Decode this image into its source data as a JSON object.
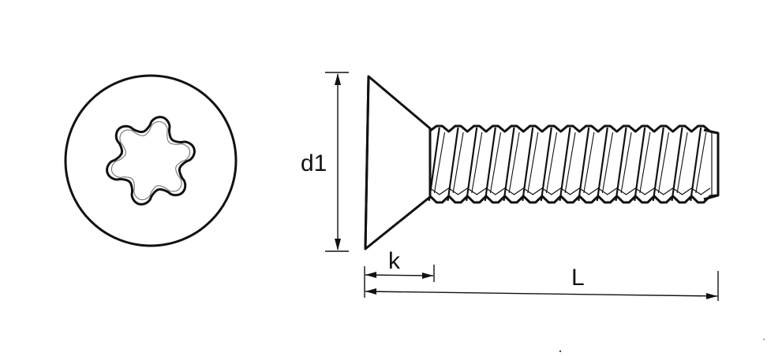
{
  "diagram": {
    "views": [
      {
        "name": "top-view",
        "description_visible": false
      },
      {
        "name": "side-view",
        "description_visible": false
      }
    ],
    "dimensions": {
      "d1": "d1",
      "k": "k",
      "L": "L"
    },
    "thread_pitch_count": 15,
    "drive_lobes": 6,
    "ink_color": "#111111",
    "paper_color": "#ffffff"
  }
}
